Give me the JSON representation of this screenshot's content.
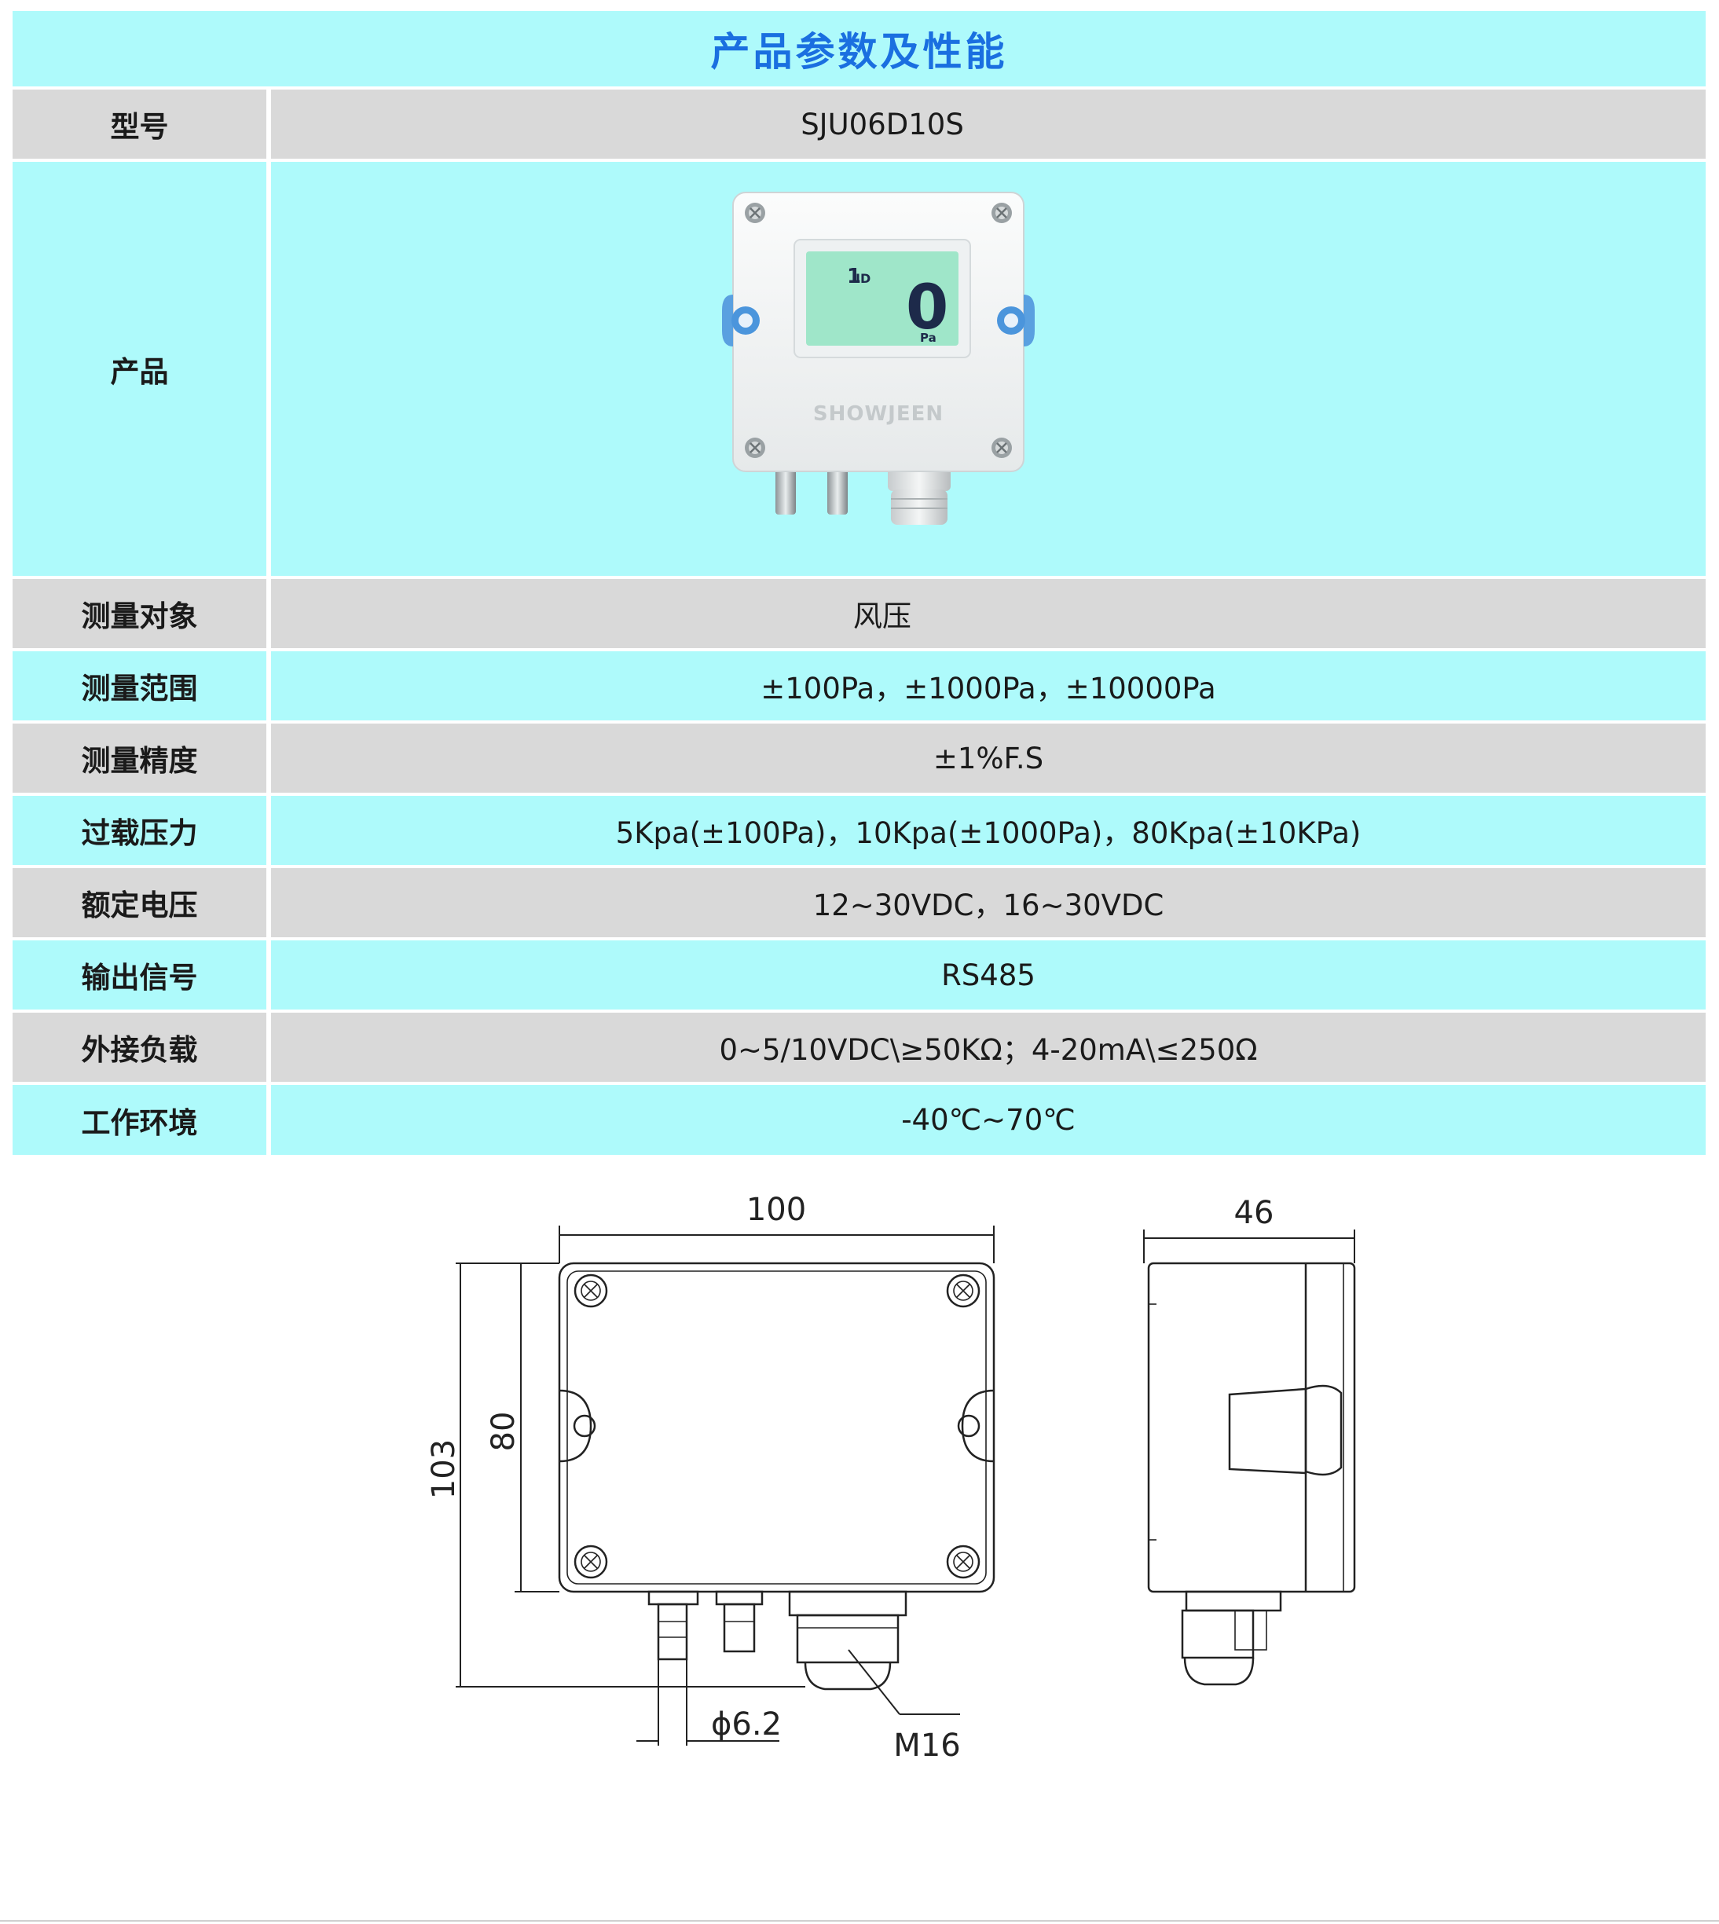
{
  "title": "产品参数及性能",
  "rows": [
    {
      "label": "型号",
      "value": "SJU06D10S"
    },
    {
      "label": "产品",
      "value": ""
    },
    {
      "label": "测量对象",
      "value": "风压"
    },
    {
      "label": "测量范围",
      "value": "±100Pa，±1000Pa，±10000Pa"
    },
    {
      "label": "测量精度",
      "value": "±1%F.S"
    },
    {
      "label": "过载压力",
      "value": "5Kpa(±100Pa)，10Kpa(±1000Pa)，80Kpa(±10KPa)"
    },
    {
      "label": "额定电压",
      "value": "12~30VDC，16~30VDC"
    },
    {
      "label": "输出信号",
      "value": "RS485"
    },
    {
      "label": "外接负载",
      "value": "0~5/10VDC\\≥50KΩ；4-20mA\\≤250Ω"
    },
    {
      "label": "工作环境",
      "value": "-40℃~70℃"
    }
  ],
  "device": {
    "brand": "SHOWJEEN",
    "lcd_id_prefix": "1",
    "lcd_id_label": "ID",
    "lcd_reading": "0",
    "lcd_unit": "Pa"
  },
  "drawing": {
    "width_front": "100",
    "depth_side": "46",
    "height_total": "103",
    "height_body": "80",
    "nozzle_diameter": "ϕ6.2",
    "gland_thread": "M16"
  },
  "colors": {
    "cyan_row": "#aefafb",
    "gray_row": "#d9d9d9",
    "title_text": "#1a6fe0"
  }
}
